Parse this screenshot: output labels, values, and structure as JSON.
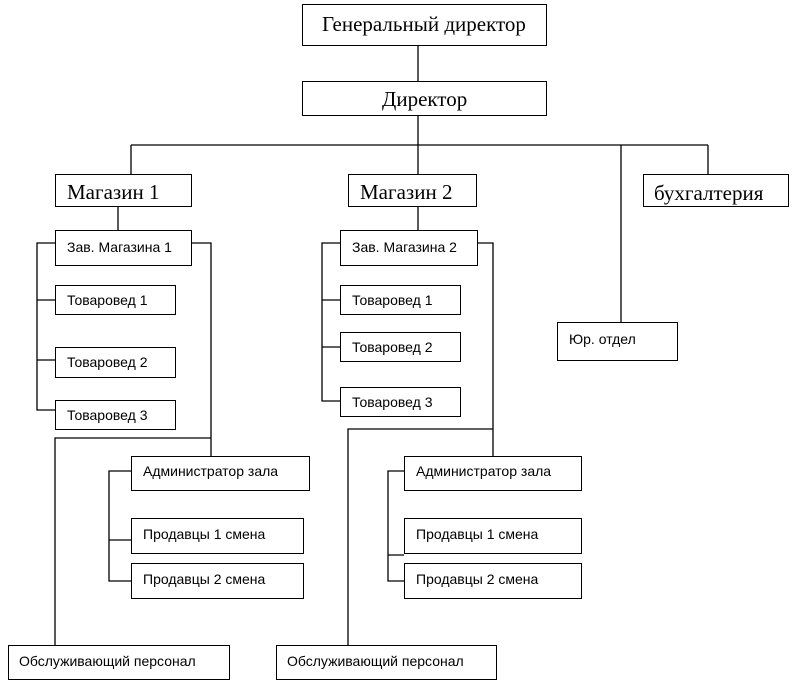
{
  "nodes": {
    "general_director": "Генеральный директор",
    "director": "Директор",
    "store1": "Магазин 1",
    "store2": "Магазин 2",
    "accounting": "бухгалтерия",
    "legal": "Юр.  отдел",
    "store1_manager": "Зав. Магазина 1",
    "store2_manager": "Зав. Магазина 2",
    "store1_merch": [
      "Товаровед 1",
      "Товаровед 2",
      "Товаровед 3"
    ],
    "store2_merch": [
      "Товаровед 1",
      "Товаровед 2",
      "Товаровед 3"
    ],
    "store1_admin": "Администратор зала",
    "store2_admin": "Администратор зала",
    "store1_sellers": [
      "Продавцы 1 смена",
      "Продавцы 2 смена"
    ],
    "store2_sellers": [
      "Продавцы 1 смена",
      "Продавцы 2 смена"
    ],
    "store1_service": "Обслуживающий персонал",
    "store2_service": "Обслуживающий персонал"
  }
}
